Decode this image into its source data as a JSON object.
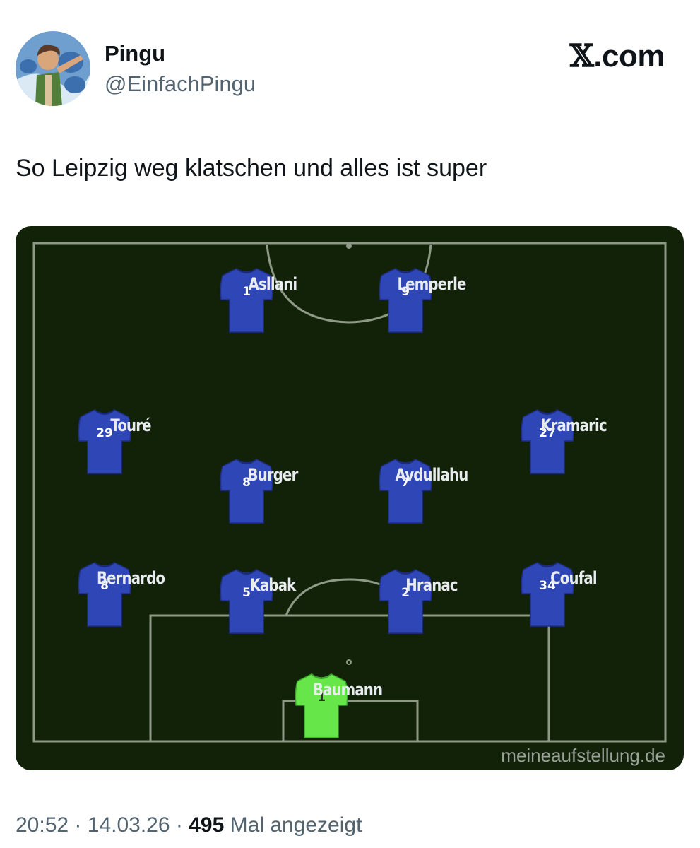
{
  "header": {
    "display_name": "Pingu",
    "handle": "@EinfachPingu",
    "brand_x": "𝕏",
    "brand_suffix": ".com"
  },
  "tweet": {
    "text": "So Leipzig weg klatschen und alles ist super"
  },
  "lineup": {
    "watermark": "meineaufstellung.de",
    "outfield_color": "#2f46b6",
    "goalkeeper_color": "#67e64a",
    "players": [
      {
        "number": "1",
        "name": "Asllani",
        "role": "forward"
      },
      {
        "number": "9",
        "name": "Lemperle",
        "role": "forward"
      },
      {
        "number": "29",
        "name": "Touré",
        "role": "midfielder"
      },
      {
        "number": "8",
        "name": "Burger",
        "role": "midfielder"
      },
      {
        "number": "7",
        "name": "Avdullahu",
        "role": "midfielder"
      },
      {
        "number": "27",
        "name": "Kramaric",
        "role": "midfielder"
      },
      {
        "number": "8",
        "name": "Bernardo",
        "role": "defender"
      },
      {
        "number": "5",
        "name": "Kabak",
        "role": "defender"
      },
      {
        "number": "2",
        "name": "Hranac",
        "role": "defender"
      },
      {
        "number": "34",
        "name": "Coufal",
        "role": "defender"
      },
      {
        "number": "1",
        "name": "Baumann",
        "role": "goalkeeper"
      }
    ]
  },
  "footer": {
    "time": "20:52",
    "separator": "·",
    "date": "14.03.26",
    "views_count": "495",
    "views_label": "Mal angezeigt"
  }
}
